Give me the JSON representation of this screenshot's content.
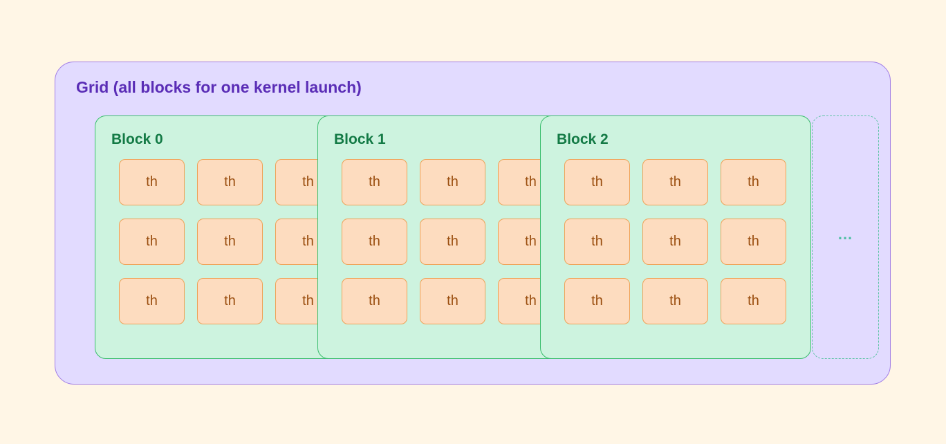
{
  "grid": {
    "title": "Grid (all blocks for one kernel launch)"
  },
  "blocks": [
    {
      "title": "Block 0",
      "threads": [
        "th",
        "th",
        "th",
        "th",
        "th",
        "th",
        "th",
        "th",
        "th"
      ]
    },
    {
      "title": "Block 1",
      "threads": [
        "th",
        "th",
        "th",
        "th",
        "th",
        "th",
        "th",
        "th",
        "th"
      ]
    },
    {
      "title": "Block 2",
      "threads": [
        "th",
        "th",
        "th",
        "th",
        "th",
        "th",
        "th",
        "th",
        "th"
      ]
    }
  ],
  "more": {
    "label": "..."
  },
  "colors": {
    "background": "#fff6e6",
    "grid_fill": "#e2dbff",
    "grid_border": "#a07ce6",
    "grid_title": "#5a2db6",
    "block_fill": "#cdf3df",
    "block_border": "#3cbe6f",
    "block_title": "#137a45",
    "thread_fill": "#fddcbf",
    "thread_border": "#efa257",
    "thread_text": "#9a4e0f",
    "more_accent": "#4fbfa4"
  }
}
